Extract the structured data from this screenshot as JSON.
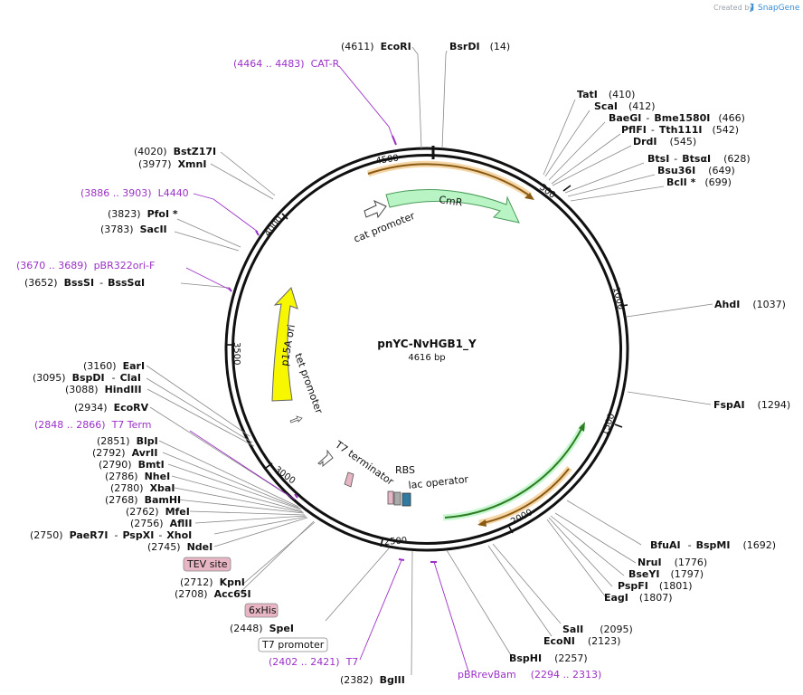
{
  "branding": {
    "created_by": "Created by",
    "app": "SnapGene"
  },
  "map": {
    "name": "pnYC-NvHGB1_Y",
    "length_text": "4616 bp",
    "length": 4616
  },
  "ticks": [
    "500",
    "1000",
    "1500",
    "2000",
    "2500",
    "3000",
    "3500",
    "4000",
    "4500"
  ],
  "features": {
    "cmr": "CmR",
    "cat_promoter": "cat promoter",
    "p15a_ori": "p15A ori",
    "tet_promoter": "tet promoter",
    "t7_terminator": "T7 terminator",
    "rbs": "RBS",
    "lac_operator": "lac operator"
  },
  "sites": [
    {
      "name": "EcoRI",
      "pos": "(4611)"
    },
    {
      "name": "BsrDI",
      "pos": "(14)"
    },
    {
      "name": "TatI",
      "pos": "(410)"
    },
    {
      "name": "ScaI",
      "pos": "(412)"
    },
    {
      "name": "BaeGI",
      "name2": "Bme1580I",
      "pos": "(466)"
    },
    {
      "name": "PflFI",
      "name2": "Tth111I",
      "pos": "(542)"
    },
    {
      "name": "DrdI",
      "pos": "(545)"
    },
    {
      "name": "BtsI",
      "name2": "BtsαI",
      "pos": "(628)"
    },
    {
      "name": "Bsu36I",
      "pos": "(649)"
    },
    {
      "name": "BclI *",
      "pos": "(699)"
    },
    {
      "name": "AhdI",
      "pos": "(1037)"
    },
    {
      "name": "FspAI",
      "pos": "(1294)"
    },
    {
      "name": "BfuAI",
      "name2": "BspMI",
      "pos": "(1692)"
    },
    {
      "name": "NruI",
      "pos": "(1776)"
    },
    {
      "name": "BseYI",
      "pos": "(1797)"
    },
    {
      "name": "PspFI",
      "pos": "(1801)"
    },
    {
      "name": "EagI",
      "pos": "(1807)"
    },
    {
      "name": "SalI",
      "pos": "(2095)"
    },
    {
      "name": "EcoNI",
      "pos": "(2123)"
    },
    {
      "name": "BspHI",
      "pos": "(2257)"
    },
    {
      "name": "BglII",
      "pos": "(2382)"
    },
    {
      "name": "SpeI",
      "pos": "(2448)"
    },
    {
      "name": "Acc65I",
      "pos": "(2708)"
    },
    {
      "name": "KpnI",
      "pos": "(2712)"
    },
    {
      "name": "NdeI",
      "pos": "(2745)"
    },
    {
      "name": "PaeR7I",
      "name2": "PspXI",
      "name3": "XhoI",
      "pos": "(2750)"
    },
    {
      "name": "AflII",
      "pos": "(2756)"
    },
    {
      "name": "MfeI",
      "pos": "(2762)"
    },
    {
      "name": "BamHI",
      "pos": "(2768)"
    },
    {
      "name": "XbaI",
      "pos": "(2780)"
    },
    {
      "name": "NheI",
      "pos": "(2786)"
    },
    {
      "name": "BmtI",
      "pos": "(2790)"
    },
    {
      "name": "AvrII",
      "pos": "(2792)"
    },
    {
      "name": "BlpI",
      "pos": "(2851)"
    },
    {
      "name": "EcoRV",
      "pos": "(2934)"
    },
    {
      "name": "HindIII",
      "pos": "(3088)"
    },
    {
      "name": "BspDI",
      "name2": "ClaI",
      "pos": "(3095)"
    },
    {
      "name": "EarI",
      "pos": "(3160)"
    },
    {
      "name": "BssSI",
      "name2": "BssSαI",
      "pos": "(3652)"
    },
    {
      "name": "SacII",
      "pos": "(3783)"
    },
    {
      "name": "PfoI *",
      "pos": "(3823)"
    },
    {
      "name": "XmnI",
      "pos": "(3977)"
    },
    {
      "name": "BstZ17I",
      "pos": "(4020)"
    }
  ],
  "primers": [
    {
      "range": "(4464 .. 4483)",
      "name": "CAT-R"
    },
    {
      "range": "(3886 .. 3903)",
      "name": "L4440"
    },
    {
      "range": "(3670 .. 3689)",
      "name": "pBR322ori-F"
    },
    {
      "range": "(2848 .. 2866)",
      "name": "T7 Term"
    },
    {
      "range": "(2402 .. 2421)",
      "name": "T7"
    },
    {
      "range": "(2294 .. 2313)",
      "name": "pBRrevBam"
    }
  ],
  "boxed_features": {
    "tev": "TEV site",
    "his": "6xHis",
    "t7p": "T7 promoter"
  },
  "colors": {
    "primer": "#9b30c8",
    "cmr": "#b9f5c4",
    "p15a": "#f7f700",
    "orf": "#e8a33c",
    "green_orf": "#3d9a2b",
    "tag": "#e7b5c4"
  }
}
